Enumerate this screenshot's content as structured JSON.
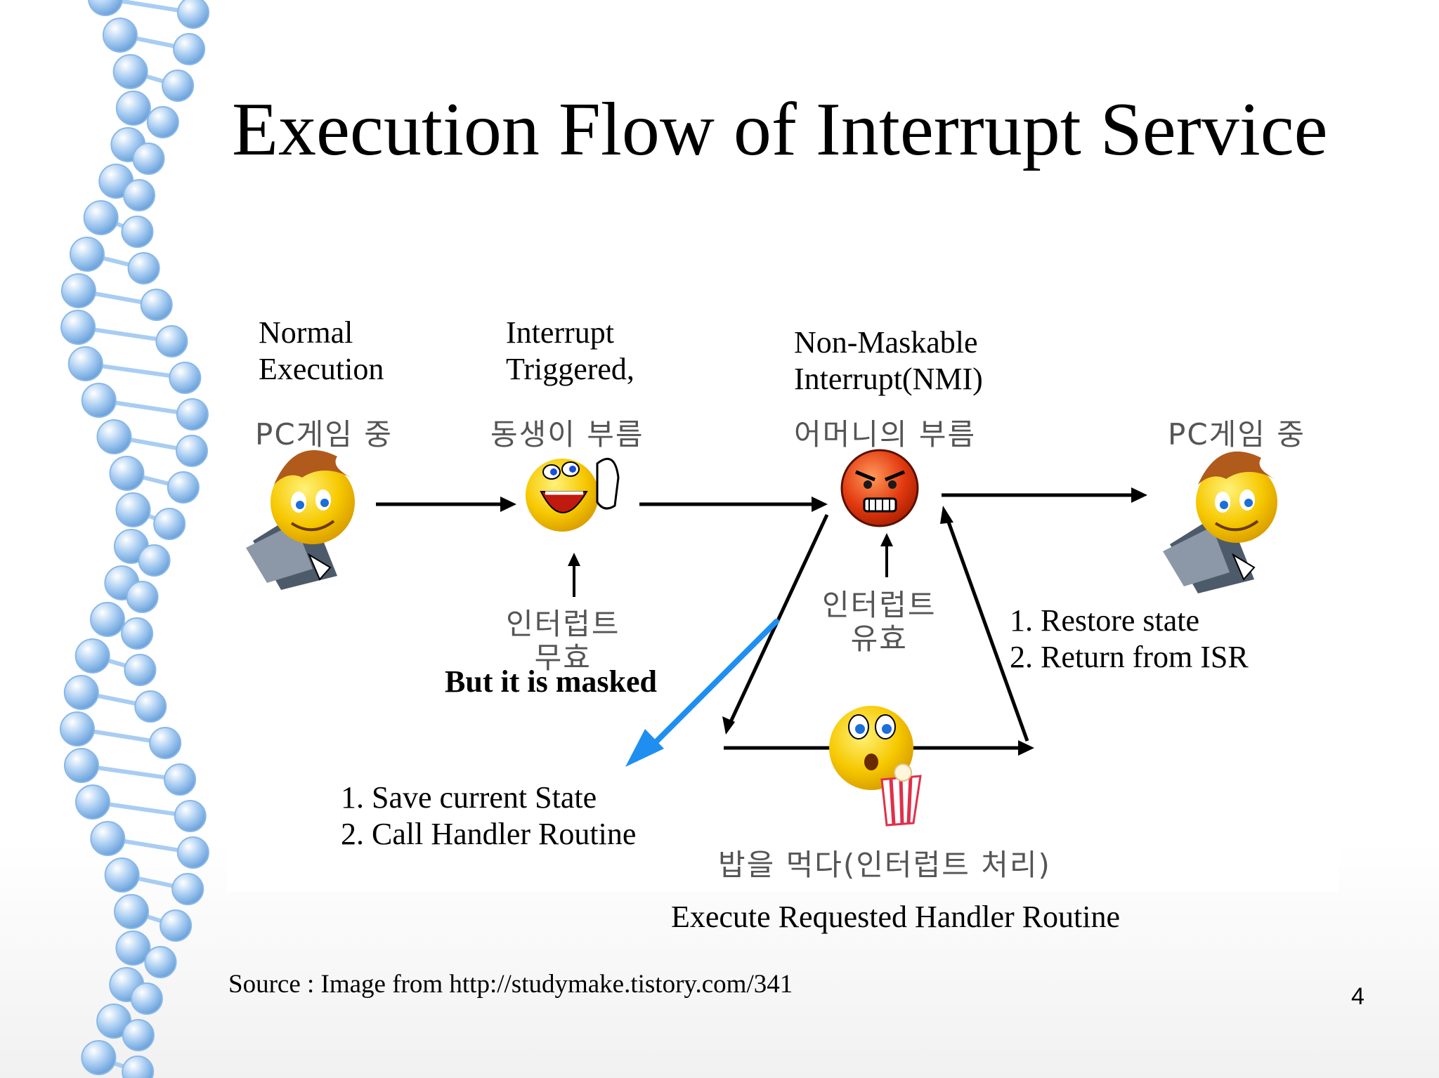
{
  "slide": {
    "title": "Execution Flow of Interrupt Service",
    "page_number": "4",
    "source": "Source : Image from http://studymake.tistory.com/341"
  },
  "diagram": {
    "stage1": {
      "label_lines": [
        "Normal",
        "Execution"
      ],
      "korean": "PC게임 중"
    },
    "stage2": {
      "label_lines": [
        "Interrupt",
        "Triggered,"
      ],
      "korean": "동생이 부름",
      "note_korean_lines": [
        "인터럽트",
        "무효"
      ],
      "note_bold": "But it is masked"
    },
    "stage3": {
      "label_lines": [
        "Non-Maskable",
        "Interrupt(NMI)"
      ],
      "korean": "어머니의 부름",
      "note_korean_lines": [
        "인터럽트",
        "유효"
      ]
    },
    "stage4": {
      "korean": "PC게임 중"
    },
    "save_steps": [
      "1. Save current State",
      "2. Call Handler Routine"
    ],
    "restore_steps": [
      "1. Restore state",
      "2. Return from ISR"
    ],
    "handler_korean": "밥을 먹다(인터럽트 처리)",
    "handler_label": "Execute Requested Handler Routine"
  },
  "colors": {
    "accent_arrow": "#1e8ff0",
    "molecule": "#a9cdf2",
    "angry_face": "#e33a10",
    "smiley": "#f6c800"
  }
}
